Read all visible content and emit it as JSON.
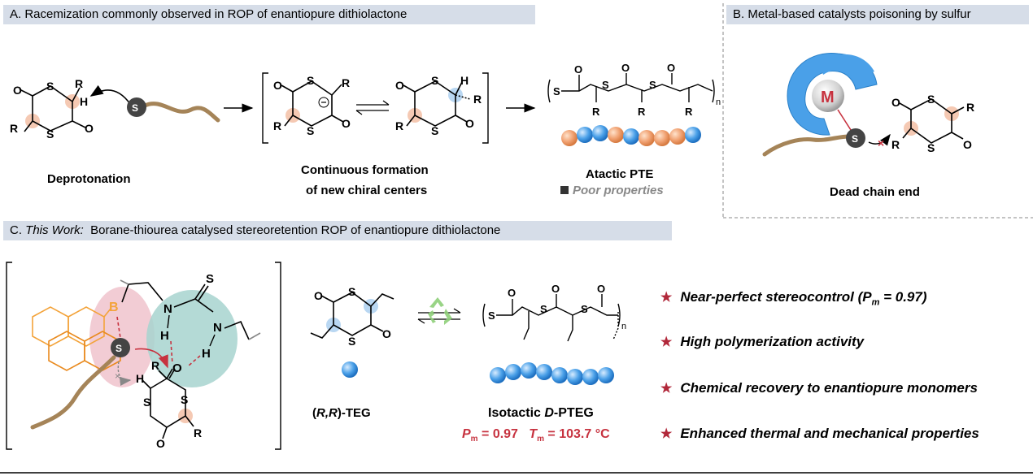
{
  "panel_a": {
    "header": "A. Racemization commonly observed in ROP of enantiopure dithiolactone",
    "deprotonation": "Deprotonation",
    "continuous_1": "Continuous formation",
    "continuous_2": "of new chiral centers",
    "atactic": "Atactic PTE",
    "poor": "Poor properties"
  },
  "panel_b": {
    "header": "B. Metal-based catalysts poisoning by sulfur",
    "metal": "M",
    "dead_end": "Dead chain end"
  },
  "panel_c": {
    "header_prefix": "C. ",
    "header_italic": "This Work:",
    "header_rest": "  Borane-thiourea catalysed stereoretention ROP of enantiopure dithiolactone",
    "monomer_label_pre": "(",
    "monomer_label_italic": "R,R",
    "monomer_label_post": ")-TEG",
    "polymer_label_pre": "Isotactic ",
    "polymer_label_italic": "D",
    "polymer_label_post": "-PTEG",
    "pm_symbol": "P",
    "pm_sub": "m",
    "pm_value": " = 0.97",
    "tm_symbol": "T",
    "tm_sub": "m",
    "tm_value": " = 103.7 °C",
    "features": [
      "Near-perfect stereocontrol (P",
      "High polymerization activity",
      "Chemical recovery to enantiopure monomers",
      "Enhanced thermal and mechanical properties"
    ],
    "feature0_sub": "m",
    "feature0_tail": " = 0.97)"
  },
  "atoms": {
    "S": "S",
    "O": "O",
    "R": "R",
    "H": "H",
    "B": "B",
    "N": "N",
    "n": "n"
  },
  "colors": {
    "header_bg": "#d6dde8",
    "orange_bead": "#f0a070",
    "blue_bead": "#4aa0e8",
    "accent_red": "#c7323f",
    "chain_brown": "#a58458"
  }
}
